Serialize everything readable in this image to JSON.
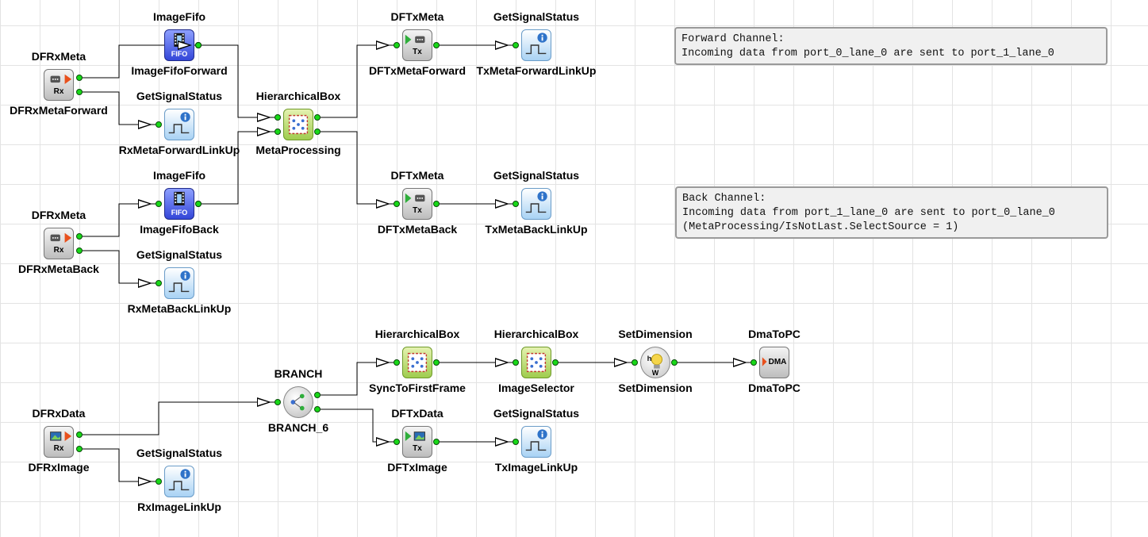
{
  "diagram": {
    "nodes": [
      {
        "id": "dfrxmeta-forward",
        "type": "DFRxMeta",
        "name": "DFRxMetaForward",
        "icon": "rx-meta-icon"
      },
      {
        "id": "imagefifo-forward",
        "type": "ImageFifo",
        "name": "ImageFifoForward",
        "icon": "fifo-icon"
      },
      {
        "id": "getsignalstatus-rxmetaforward",
        "type": "GetSignalStatus",
        "name": "RxMetaForwardLinkUp",
        "icon": "signal-status-icon"
      },
      {
        "id": "meta-processing",
        "type": "HierarchicalBox",
        "name": "MetaProcessing",
        "icon": "hierarchical-box-icon"
      },
      {
        "id": "dftxmeta-forward",
        "type": "DFTxMeta",
        "name": "DFTxMetaForward",
        "icon": "tx-meta-icon"
      },
      {
        "id": "getsignalstatus-txmetaforward",
        "type": "GetSignalStatus",
        "name": "TxMetaForwardLinkUp",
        "icon": "signal-status-icon"
      },
      {
        "id": "dfrxmeta-back",
        "type": "DFRxMeta",
        "name": "DFRxMetaBack",
        "icon": "rx-meta-icon"
      },
      {
        "id": "imagefifo-back",
        "type": "ImageFifo",
        "name": "ImageFifoBack",
        "icon": "fifo-icon"
      },
      {
        "id": "getsignalstatus-rxmetaback",
        "type": "GetSignalStatus",
        "name": "RxMetaBackLinkUp",
        "icon": "signal-status-icon"
      },
      {
        "id": "dftxmeta-back",
        "type": "DFTxMeta",
        "name": "DFTxMetaBack",
        "icon": "tx-meta-icon"
      },
      {
        "id": "getsignalstatus-txmetaback",
        "type": "GetSignalStatus",
        "name": "TxMetaBackLinkUp",
        "icon": "signal-status-icon"
      },
      {
        "id": "dfrxdata-image",
        "type": "DFRxData",
        "name": "DFRxImage",
        "icon": "rx-data-icon"
      },
      {
        "id": "getsignalstatus-rximage",
        "type": "GetSignalStatus",
        "name": "RxImageLinkUp",
        "icon": "signal-status-icon"
      },
      {
        "id": "branch-6",
        "type": "BRANCH",
        "name": "BRANCH_6",
        "icon": "branch-icon"
      },
      {
        "id": "sync-to-first-frame",
        "type": "HierarchicalBox",
        "name": "SyncToFirstFrame",
        "icon": "hierarchical-box-icon"
      },
      {
        "id": "image-selector",
        "type": "HierarchicalBox",
        "name": "ImageSelector",
        "icon": "hierarchical-box-icon"
      },
      {
        "id": "set-dimension",
        "type": "SetDimension",
        "name": "SetDimension",
        "icon": "set-dimension-icon"
      },
      {
        "id": "dma-to-pc",
        "type": "DmaToPC",
        "name": "DmaToPC",
        "icon": "dma-icon"
      },
      {
        "id": "dftxdata-image",
        "type": "DFTxData",
        "name": "DFTxImage",
        "icon": "tx-data-icon"
      },
      {
        "id": "getsignalstatus-tximage",
        "type": "GetSignalStatus",
        "name": "TxImageLinkUp",
        "icon": "signal-status-icon"
      }
    ],
    "edges": [
      {
        "from": "dfrxmeta-forward",
        "to": "imagefifo-forward"
      },
      {
        "from": "dfrxmeta-forward",
        "to": "getsignalstatus-rxmetaforward"
      },
      {
        "from": "imagefifo-forward",
        "to": "meta-processing"
      },
      {
        "from": "imagefifo-back",
        "to": "meta-processing"
      },
      {
        "from": "meta-processing",
        "to": "dftxmeta-forward"
      },
      {
        "from": "meta-processing",
        "to": "dftxmeta-back"
      },
      {
        "from": "dftxmeta-forward",
        "to": "getsignalstatus-txmetaforward"
      },
      {
        "from": "dftxmeta-back",
        "to": "getsignalstatus-txmetaback"
      },
      {
        "from": "dfrxmeta-back",
        "to": "imagefifo-back"
      },
      {
        "from": "dfrxmeta-back",
        "to": "getsignalstatus-rxmetaback"
      },
      {
        "from": "dfrxdata-image",
        "to": "branch-6"
      },
      {
        "from": "dfrxdata-image",
        "to": "getsignalstatus-rximage"
      },
      {
        "from": "branch-6",
        "to": "sync-to-first-frame"
      },
      {
        "from": "branch-6",
        "to": "dftxdata-image"
      },
      {
        "from": "sync-to-first-frame",
        "to": "image-selector"
      },
      {
        "from": "image-selector",
        "to": "set-dimension"
      },
      {
        "from": "set-dimension",
        "to": "dma-to-pc"
      },
      {
        "from": "dftxdata-image",
        "to": "getsignalstatus-tximage"
      }
    ],
    "notes": [
      {
        "id": "forward-channel-note",
        "text": "Forward Channel:\nIncoming data from port_0_lane_0 are sent to port_1_lane_0"
      },
      {
        "id": "back-channel-note",
        "text": "Back Channel:\nIncoming data from port_1_lane_0 are sent to port_0_lane_0\n(MetaProcessing/IsNotLast.SelectSource = 1)"
      }
    ],
    "icon_glyphs": {
      "rx": "Rx",
      "tx": "Tx",
      "fifo": "FIFO",
      "dma": "DMA",
      "setdim": "W"
    },
    "colors": {
      "port": "#18d818",
      "wire": "#000000",
      "fifo": "#3346d8",
      "hierarchical": "#9fcd4e",
      "signal": "#a8d2f4",
      "note_bg": "#f0f0f0"
    }
  }
}
